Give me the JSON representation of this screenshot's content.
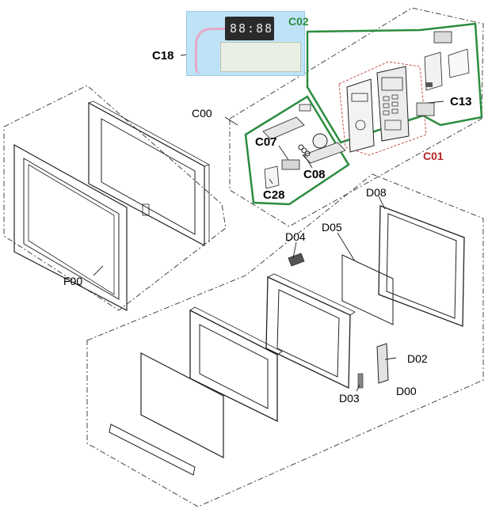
{
  "labels": {
    "c18": "C18",
    "c02": "C02",
    "c00": "C00",
    "c13": "C13",
    "c01": "C01",
    "c07": "C07",
    "c08": "C08",
    "c28": "C28",
    "d04": "D04",
    "d05": "D05",
    "d08": "D08",
    "f00": "F00",
    "d02": "D02",
    "d03": "D03",
    "d00": "D00"
  },
  "colors": {
    "green_group": "#2c8c3f",
    "red_group": "#b22222",
    "line": "#333333",
    "photo_bg": "#bfe3f6"
  },
  "photo": {
    "display_digits": "88:88"
  }
}
